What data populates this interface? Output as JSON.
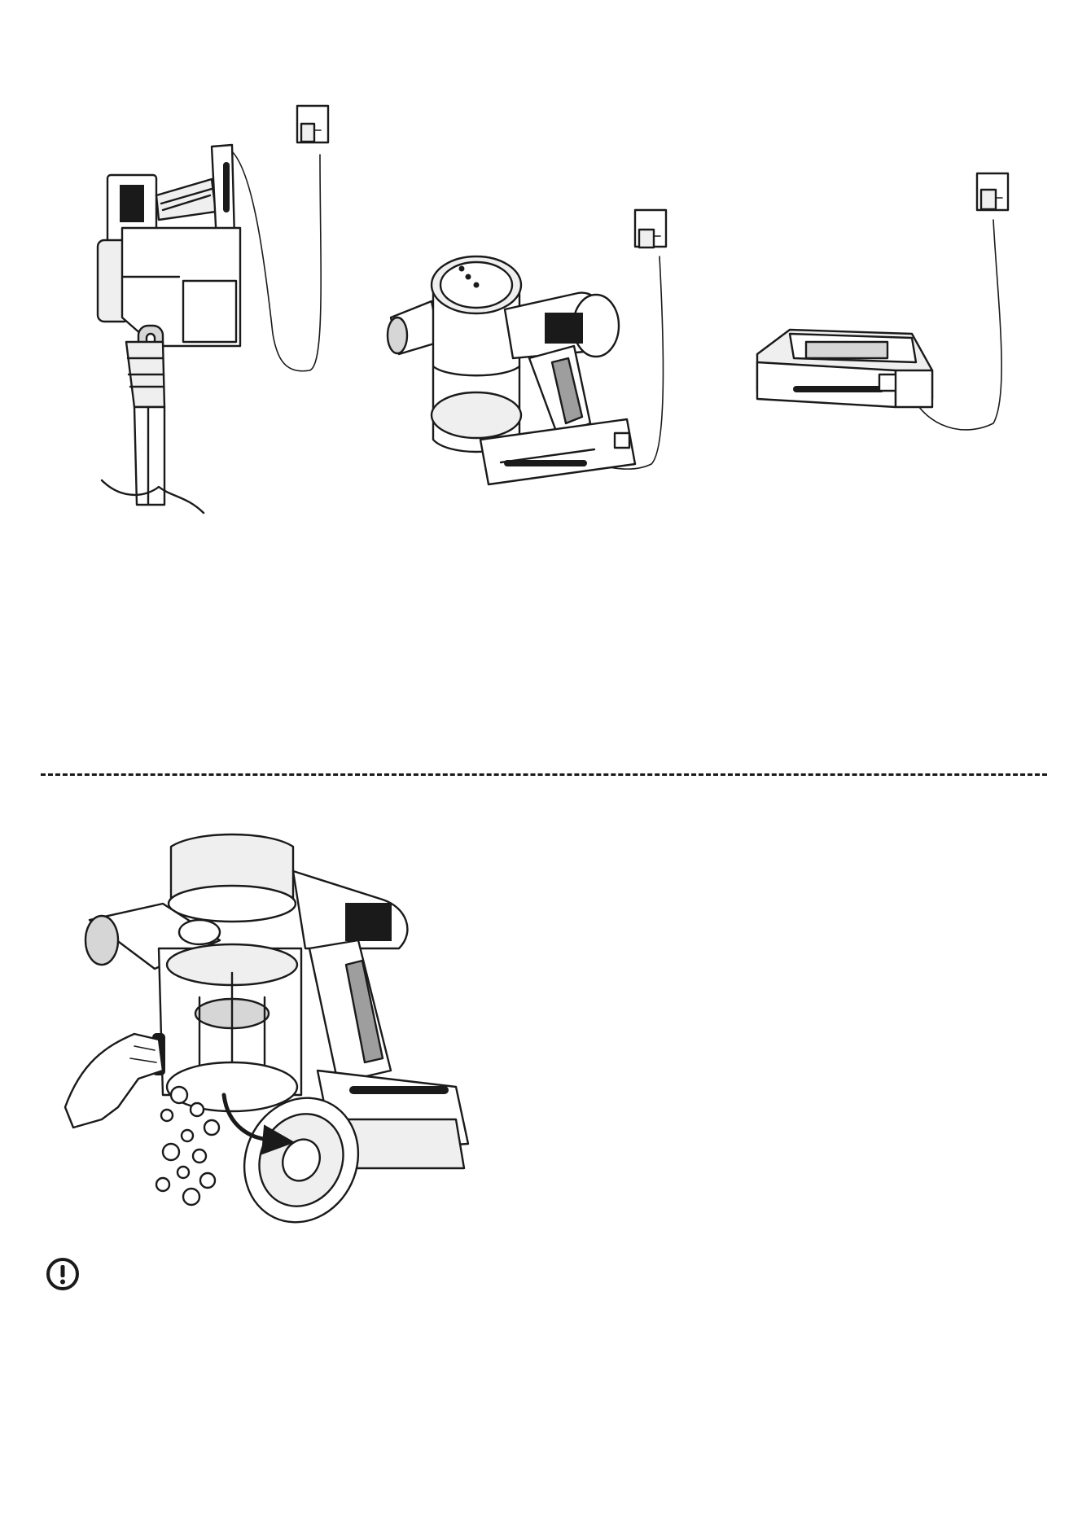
{
  "figures": [
    {
      "id": "charging-stick-vacuum",
      "icon": "wall-charger-icon"
    },
    {
      "id": "charging-handheld-vacuum",
      "icon": "wall-charger-icon"
    },
    {
      "id": "charging-battery-pack",
      "icon": "wall-charger-icon"
    },
    {
      "id": "emptying-dust-bin",
      "icon": "dust-bin-lid-icon"
    }
  ],
  "notice": {
    "icon": "exclamation-circle-icon",
    "color": "#1a1a1a"
  },
  "colors": {
    "line": "#1a1a1a",
    "light_fill": "#efefef",
    "mid_fill": "#d6d6d6",
    "dark_fill": "#9e9e9e"
  }
}
